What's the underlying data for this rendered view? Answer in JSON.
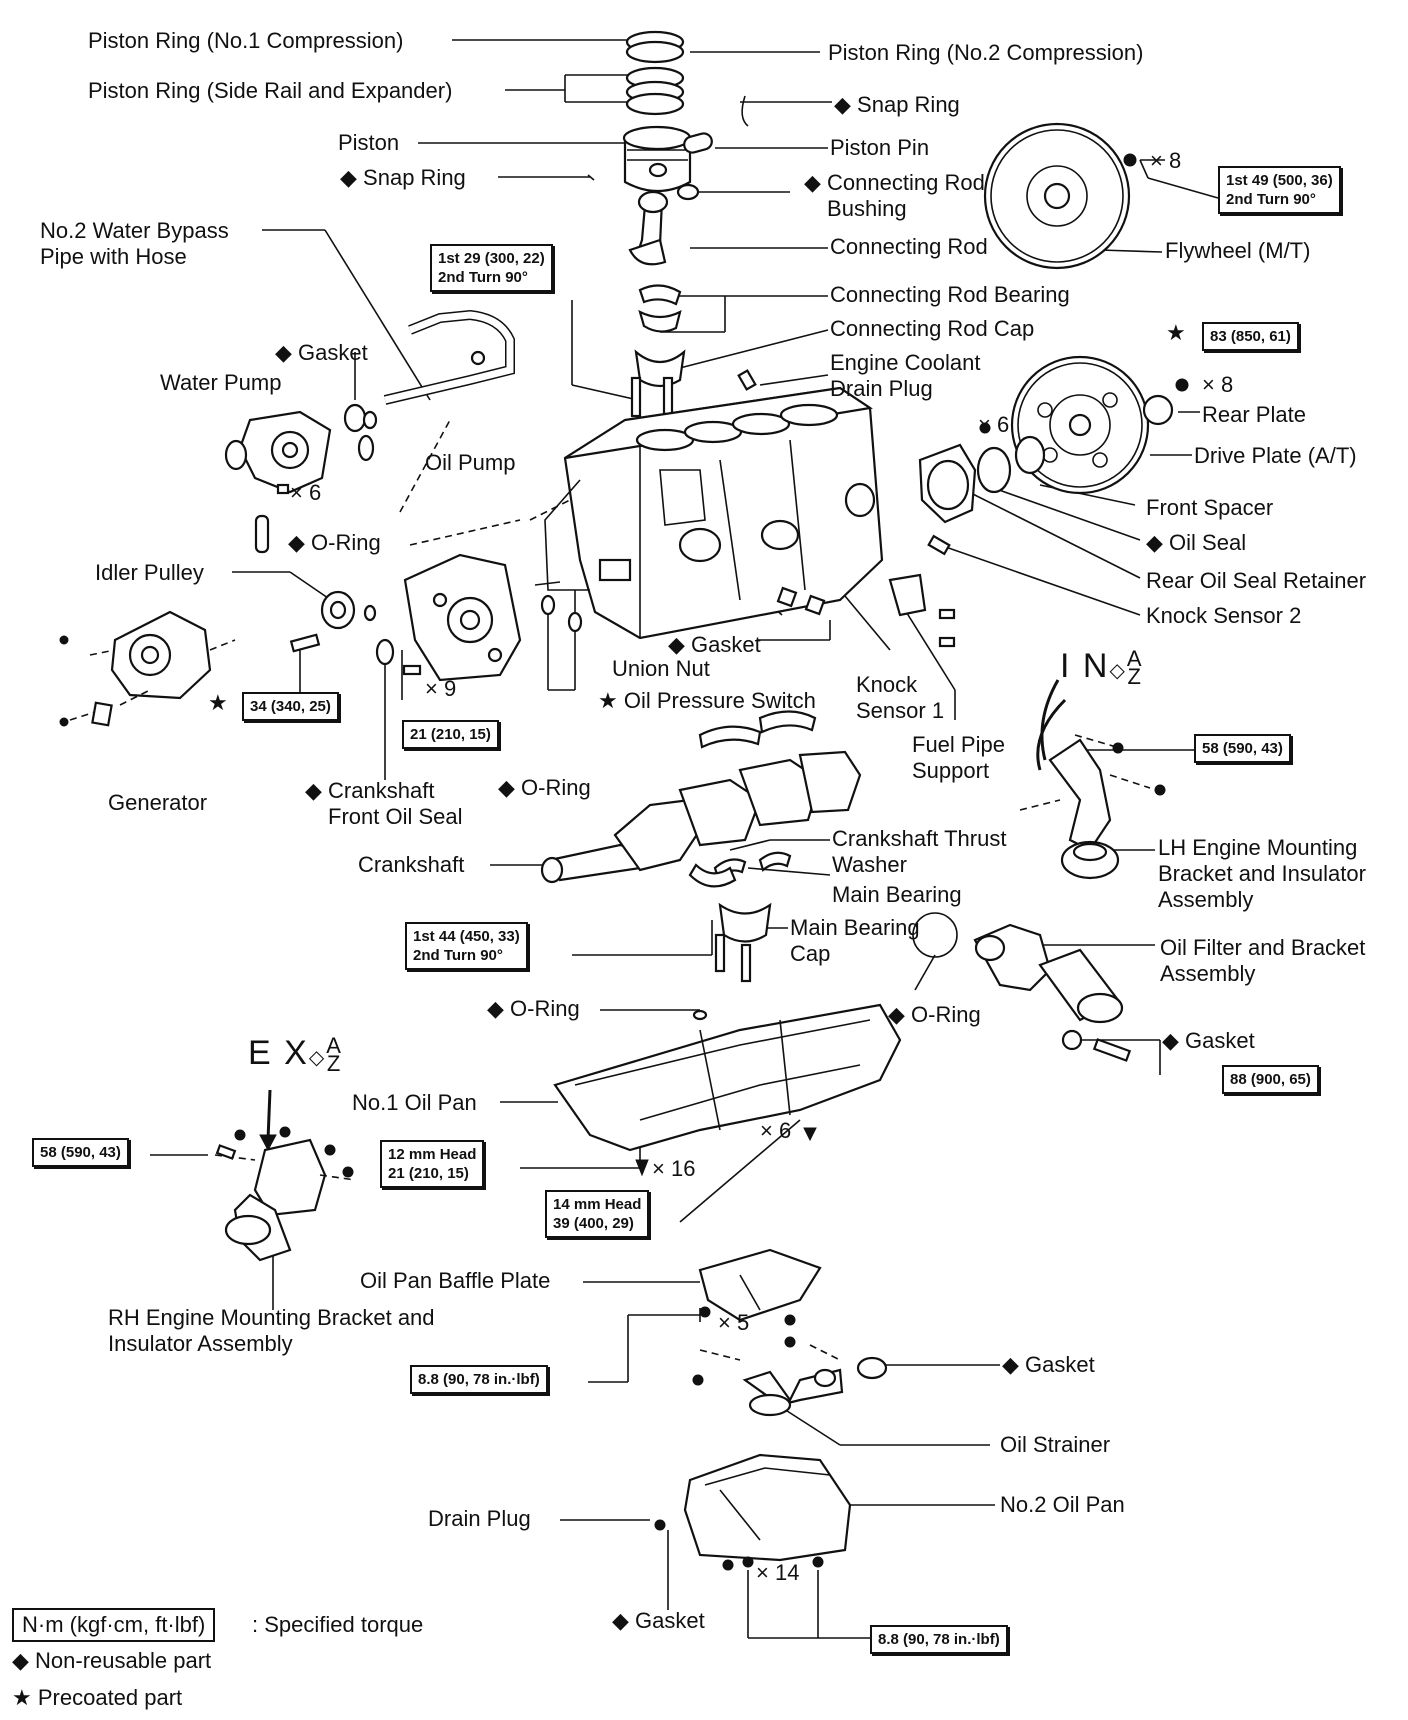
{
  "labels": {
    "piston_ring_no1": "Piston Ring (No.1 Compression)",
    "piston_ring_side_rail": "Piston Ring (Side Rail and Expander)",
    "piston": "Piston",
    "snap_ring_left": "Snap Ring",
    "piston_ring_no2": "Piston Ring (No.2 Compression)",
    "snap_ring_right": "Snap Ring",
    "piston_pin": "Piston Pin",
    "connecting_rod_bushing": "Connecting Rod Bushing",
    "connecting_rod": "Connecting Rod",
    "connecting_rod_bearing": "Connecting Rod Bearing",
    "connecting_rod_cap": "Connecting Rod Cap",
    "engine_coolant_drain_plug": "Engine Coolant Drain Plug",
    "flywheel": "Flywheel (M/T)",
    "water_bypass_pipe": "No.2 Water Bypass Pipe with Hose",
    "gasket_water": "Gasket",
    "water_pump": "Water Pump",
    "oil_pump": "Oil Pump",
    "o_ring_water": "O-Ring",
    "rear_plate": "Rear Plate",
    "drive_plate": "Drive Plate (A/T)",
    "front_spacer": "Front Spacer",
    "oil_seal": "Oil Seal",
    "rear_oil_seal_retainer": "Rear Oil Seal Retainer",
    "knock_sensor_2": "Knock Sensor 2",
    "idler_pulley": "Idler Pulley",
    "gasket_union": "Gasket",
    "union_nut": "Union Nut",
    "oil_pressure_switch": "Oil Pressure Switch",
    "knock_sensor_1": "Knock Sensor 1",
    "fuel_pipe_support": "Fuel Pipe Support",
    "generator": "Generator",
    "crankshaft_front_oil_seal": "Crankshaft Front Oil Seal",
    "o_ring_pump": "O-Ring",
    "crankshaft": "Crankshaft",
    "crankshaft_thrust_washer": "Crankshaft Thrust Washer",
    "main_bearing": "Main Bearing",
    "main_bearing_cap": "Main Bearing Cap",
    "lh_engine_mount": "LH Engine Mounting Bracket and Insulator Assembly",
    "oil_filter_bracket": "Oil Filter and Bracket Assembly",
    "o_ring_pan": "O-Ring",
    "o_ring_filter": "O-Ring",
    "gasket_filter": "Gasket",
    "no1_oil_pan": "No.1 Oil Pan",
    "rh_engine_mount": "RH Engine Mounting Bracket and Insulator Assembly",
    "oil_pan_baffle_plate": "Oil Pan Baffle Plate",
    "gasket_strainer": "Gasket",
    "oil_strainer": "Oil Strainer",
    "drain_plug": "Drain Plug",
    "no2_oil_pan": "No.2 Oil Pan",
    "gasket_drain": "Gasket"
  },
  "torque": {
    "conrod": [
      "1st  29 (300, 22)",
      "2nd Turn 90°"
    ],
    "flywheel": [
      "1st  49 (500, 36)",
      "2nd Turn 90°"
    ],
    "rear_plate": "83 (850, 61)",
    "idler": "34 (340, 25)",
    "oil_pump": "21 (210, 15)",
    "lh_mount": "58 (590, 43)",
    "main_cap": [
      "1st  44 (450, 33)",
      "2nd Turn 90°"
    ],
    "rh_mount": "58 (590, 43)",
    "pan_12mm": [
      "12 mm Head",
      "21 (210, 15)"
    ],
    "pan_14mm": [
      "14 mm Head",
      "39 (400, 29)"
    ],
    "oil_filter": "88 (900, 65)",
    "baffle": "8.8 (90, 78 in.·lbf)",
    "no2_pan": "8.8 (90, 78 in.·lbf)"
  },
  "counts": {
    "flywheel": "× 8",
    "rear_plate": "× 8",
    "water_pump": "× 6",
    "retainer": "× 6",
    "oil_pump": "× 9",
    "pan_14mm": "× 6",
    "pan_12mm": "× 16",
    "baffle": "× 5",
    "no2_pan": "× 14"
  },
  "direction_marks": {
    "intake": "I N",
    "exhaust": "E X"
  },
  "direction_arrow_letters": [
    "A",
    "Z"
  ],
  "symbols": {
    "non_reusable": "◆",
    "precoated": "★"
  },
  "legend": {
    "torque_box": "N·m (kgf·cm, ft·lbf)",
    "torque_desc": ": Specified torque",
    "non_reusable": "Non-reusable part",
    "precoated": "Precoated part"
  }
}
